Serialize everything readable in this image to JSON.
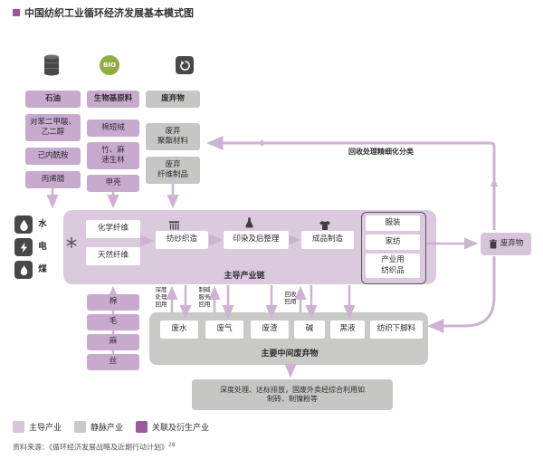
{
  "title": "中国纺织工业循环经济发展基本模式图",
  "petro": {
    "header": "石油",
    "items": [
      "对苯二甲酸、\n乙二醇",
      "己内酰胺",
      "丙烯腈"
    ]
  },
  "bio": {
    "badge": "BIO",
    "header": "生物基原料",
    "items": [
      "棉短绒",
      "竹、麻\n速生林",
      "甲壳"
    ]
  },
  "waste_input": {
    "header": "废弃物",
    "items": [
      "废弃\n聚酯材料",
      "废弃\n纤维制品"
    ]
  },
  "recycle_label": "回收处理精细化分类",
  "energy": {
    "items": [
      "水",
      "电",
      "煤"
    ]
  },
  "main_chain": {
    "fibers": [
      "化学纤维",
      "天然纤维"
    ],
    "stages": [
      "纺纱织造",
      "印染及后整理",
      "成品制造"
    ],
    "products": [
      "服装",
      "家纺",
      "产业用\n纺织品"
    ],
    "caption": "主导产业链"
  },
  "waste_output": {
    "label": "废弃物"
  },
  "natural_materials": [
    "棉",
    "毛",
    "麻",
    "丝"
  ],
  "mid_waste": {
    "caption": "主要中间废弃物",
    "items": [
      "废水",
      "废气",
      "废渣",
      "碱",
      "黑液",
      "纺织下脚料"
    ],
    "notes": [
      "深度\n处理\n回用",
      "制碱\n服务\n回用",
      "回收\n回用"
    ]
  },
  "treatment_note": "深度处理、达标排放，固废外卖经综合利用如\n制砖、制镍粉等",
  "legend": {
    "items": [
      {
        "label": "主导产业",
        "color": "#d7c3da"
      },
      {
        "label": "静脉产业",
        "color": "#c9cac8"
      },
      {
        "label": "关联及衍生产业",
        "color": "#9d57a1"
      }
    ]
  },
  "source": {
    "text": "资料来源：《循环经济发展战略及近期行动计划》",
    "ref": "28"
  },
  "colors": {
    "primary_light": "#dbc9de",
    "primary_mid": "#c9aacf",
    "primary_dark": "#9d57a1",
    "gray": "#c9cac8",
    "dark_icon": "#48484a",
    "arrow": "#cdb2d2"
  }
}
